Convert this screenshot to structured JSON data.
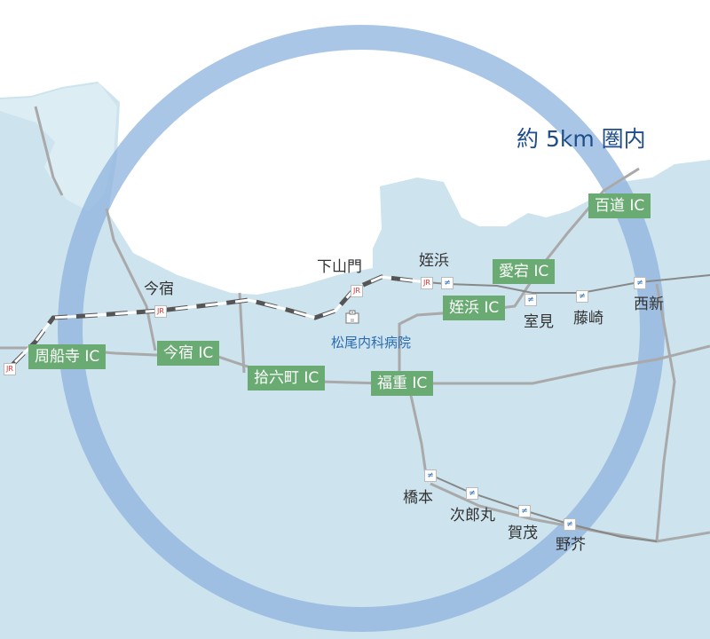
{
  "radius_label": "約 5km 圏内",
  "hospital": {
    "name": "松尾内科病院",
    "icon": "hospital-icon"
  },
  "jr_stations": [
    "今宿",
    "下山門",
    "姪浜"
  ],
  "subway_stations": [
    "室見",
    "藤崎",
    "西新",
    "橋本",
    "次郎丸",
    "賀茂",
    "野芥"
  ],
  "interchanges": [
    "周船寺 IC",
    "今宿 IC",
    "拾六町 IC",
    "福重 IC",
    "姪浜 IC",
    "愛宕 IC",
    "百道 IC"
  ],
  "icons": {
    "jr": "jr-station-icon",
    "subway": "subway-station-icon"
  },
  "colors": {
    "sea": "#ffffff",
    "land": "#cde3ee",
    "ring": "#8db3dd",
    "ic_badge": "#6aab73",
    "road": "#a9a9a9",
    "rail": "#555555"
  }
}
